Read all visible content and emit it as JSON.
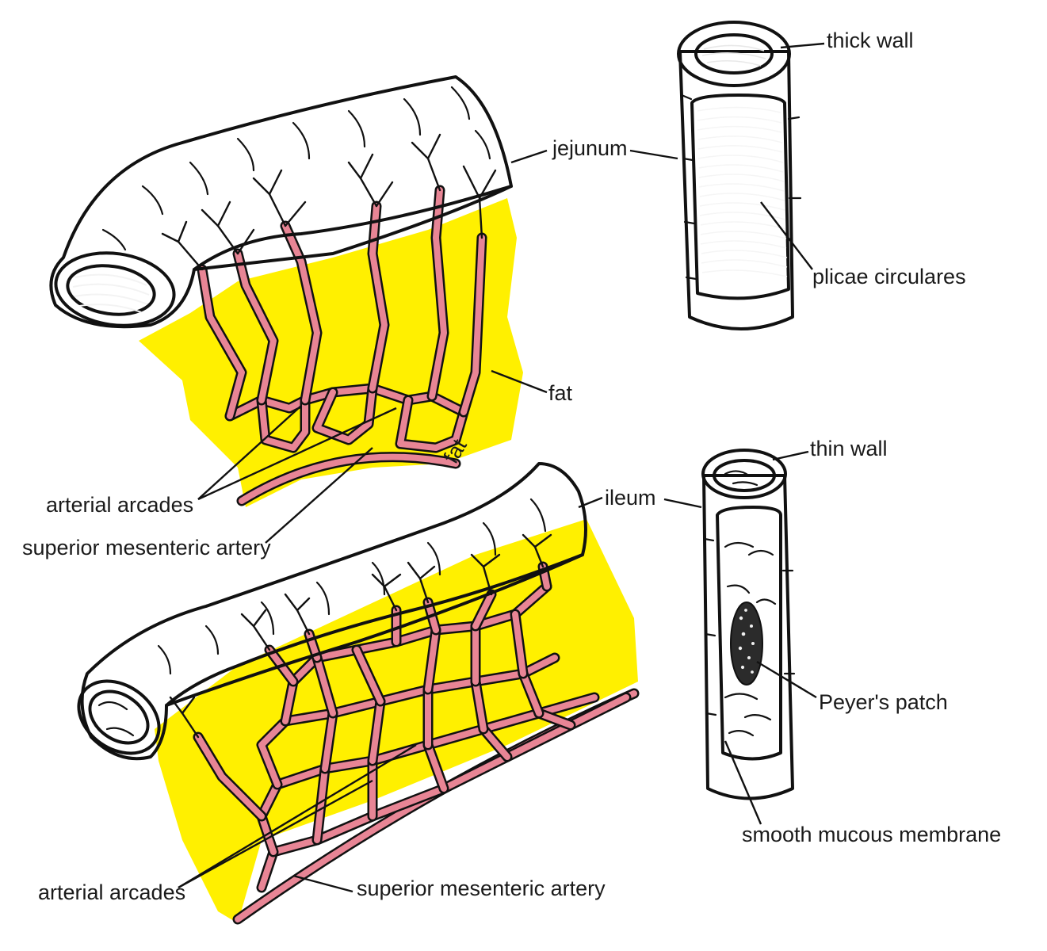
{
  "colors": {
    "fat": "#fff000",
    "artery": "#e88595",
    "outline": "#111111",
    "background": "#ffffff"
  },
  "labels": {
    "thick_wall": "thick wall",
    "jejunum": "jejunum",
    "plicae_circulares": "plicae circulares",
    "fat": "fat",
    "fat_small": "fat",
    "thin_wall": "thin wall",
    "ileum": "ileum",
    "arterial_arcades_top": "arterial arcades",
    "superior_mesenteric_artery_top": "superior mesenteric artery",
    "peyers_patch": "Peyer's patch",
    "smooth_mucous_membrane": "smooth mucous membrane",
    "arterial_arcades_bottom": "arterial arcades",
    "superior_mesenteric_artery_bottom": "superior mesenteric artery"
  }
}
